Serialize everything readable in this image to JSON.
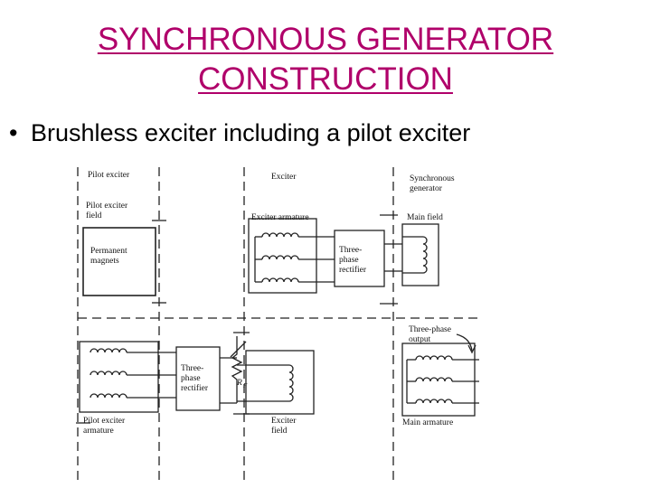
{
  "slide": {
    "title_line1": "SYNCHRONOUS GENERATOR",
    "title_line2": "CONSTRUCTION",
    "bullet_symbol": "•",
    "bullet_text": "Brushless exciter including a pilot exciter"
  },
  "diagram": {
    "labels": {
      "pilot_exciter": "Pilot exciter",
      "pilot_exciter_field_1": "Pilot exciter",
      "pilot_exciter_field_2": "field",
      "permanent_magnets_1": "Permanent",
      "permanent_magnets_2": "magnets",
      "exciter": "Exciter",
      "exciter_armature": "Exciter armature",
      "sync_gen_1": "Synchronous",
      "sync_gen_2": "generator",
      "main_field": "Main field",
      "rect_top_1": "Three-",
      "rect_top_2": "phase",
      "rect_top_3": "rectifier",
      "three_phase_output_1": "Three-phase",
      "three_phase_output_2": "output",
      "rect_bottom_1": "Three-",
      "rect_bottom_2": "phase",
      "rect_bottom_3": "rectifier",
      "rf": "R",
      "rf_sub": "F",
      "pilot_exciter_armature_1": "Pilot exciter",
      "pilot_exciter_armature_2": "armature",
      "exciter_field_1": "Exciter",
      "exciter_field_2": "field",
      "main_armature": "Main armature"
    }
  },
  "colors": {
    "title": "#b0006a",
    "line": "#222222"
  }
}
